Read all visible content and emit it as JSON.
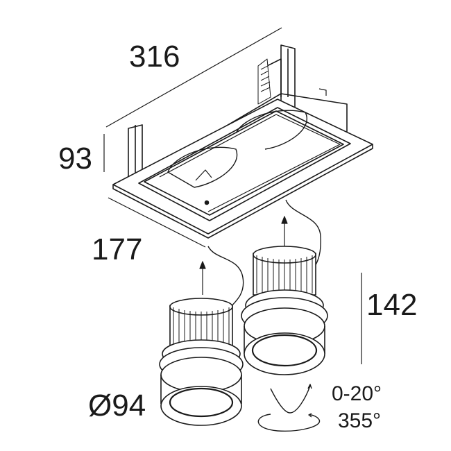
{
  "dimensions": {
    "length": "316",
    "height": "93",
    "width": "177",
    "lamp_height": "142",
    "lamp_diameter": "Ø94"
  },
  "rotation": {
    "tilt": "0-20°",
    "rotate": "355°"
  },
  "colors": {
    "line": "#1a1a1a",
    "background": "#ffffff"
  }
}
